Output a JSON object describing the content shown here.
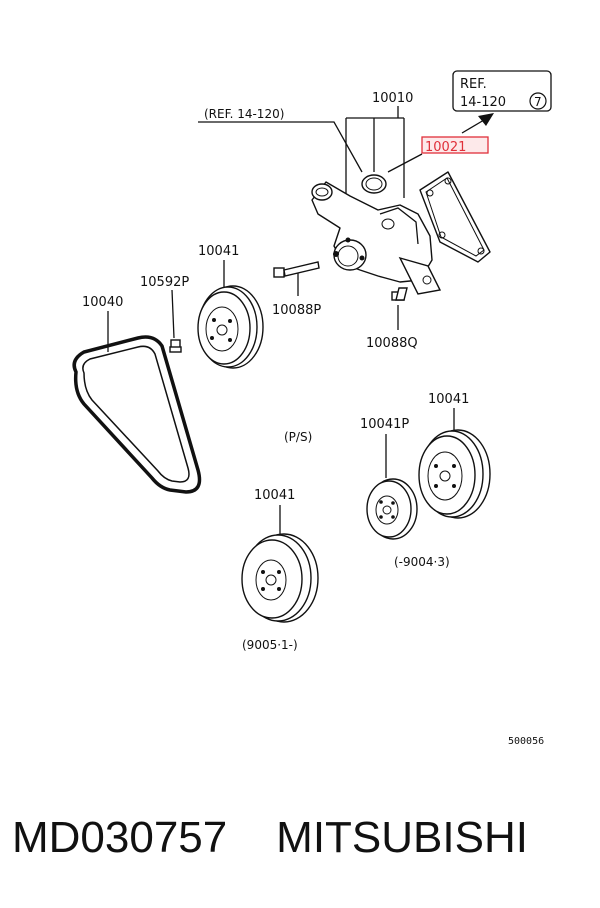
{
  "labels": {
    "ref_14_120_left": "(REF. 14-120)",
    "ref_box_line1": "REF.",
    "ref_box_line2": "14-120",
    "ref_box_circle": "7",
    "p10010": "10010",
    "p10021": "10021",
    "p10041_top": "10041",
    "p10592p": "10592P",
    "p10040": "10040",
    "p10088p": "10088P",
    "p10088q": "10088Q",
    "ps": "(P/S)",
    "p10041p": "10041P",
    "p10041_right": "10041",
    "p10041_bottom": "10041",
    "range_early": "(-9004·3)",
    "range_late": "(9005·1-)",
    "diagram_code": "500056"
  },
  "highlight_color": "#e0303a",
  "footer": {
    "part_number": "MD030757",
    "brand": "MITSUBISHI"
  }
}
